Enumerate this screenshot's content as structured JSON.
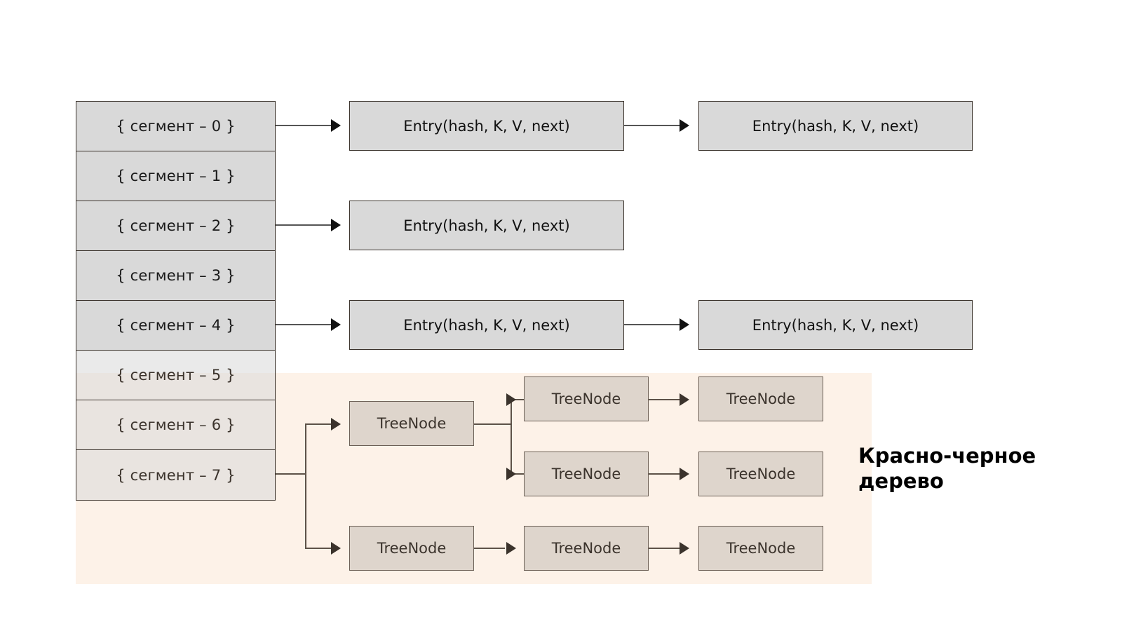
{
  "diagram": {
    "title_caption": "Красно-черное дерево",
    "colors": {
      "segment_fill": "#d9d9d9",
      "segment_border": "#3b332c",
      "entry_fill": "#d9d9d9",
      "entry_border": "#3b332c",
      "treenode_fill": "#ded5cc",
      "treenode_border": "#6b5f55",
      "overlay_fill": "#fdf2e8",
      "background": "#ffffff",
      "connector_gray": "#555555",
      "connector_dark": "#5d5248"
    },
    "segments": [
      {
        "label": "{ сегмент – 0 }",
        "tinted": false
      },
      {
        "label": "{ сегмент – 1 }",
        "tinted": false
      },
      {
        "label": "{ сегмент – 2 }",
        "tinted": false
      },
      {
        "label": "{ сегмент – 3 }",
        "tinted": false
      },
      {
        "label": "{ сегмент – 4 }",
        "tinted": false
      },
      {
        "label": "{ сегмент – 5 }",
        "tinted": true
      },
      {
        "label": "{ сегмент – 6 }",
        "tinted": true
      },
      {
        "label": "{ сегмент – 7 }",
        "tinted": true
      }
    ],
    "entry_chains": [
      {
        "from_segment": "{ сегмент – 0 }",
        "nodes": [
          "Entry(hash, K, V, next)",
          "Entry(hash, K, V, next)"
        ]
      },
      {
        "from_segment": "{ сегмент – 2 }",
        "nodes": [
          "Entry(hash, K, V, next)"
        ]
      },
      {
        "from_segment": "{ сегмент – 4 }",
        "nodes": [
          "Entry(hash, K, V, next)",
          "Entry(hash, K, V, next)"
        ]
      }
    ],
    "entry_labels": {
      "row0_col1": "Entry(hash, K, V, next)",
      "row0_col2": "Entry(hash, K, V, next)",
      "row1_col1": "Entry(hash, K, V, next)",
      "row2_col1": "Entry(hash, K, V, next)",
      "row2_col2": "Entry(hash, K, V, next)"
    },
    "tree": {
      "from_segment": "{ сегмент – 7 }",
      "root_label": "TreeNode",
      "nodes": {
        "root": "TreeNode",
        "branch_upper_mid": "TreeNode",
        "branch_upper_right": "TreeNode",
        "branch_lower_mid": "TreeNode",
        "branch_lower_right": "TreeNode",
        "second_root": "TreeNode",
        "second_mid": "TreeNode",
        "second_right": "TreeNode"
      }
    }
  }
}
